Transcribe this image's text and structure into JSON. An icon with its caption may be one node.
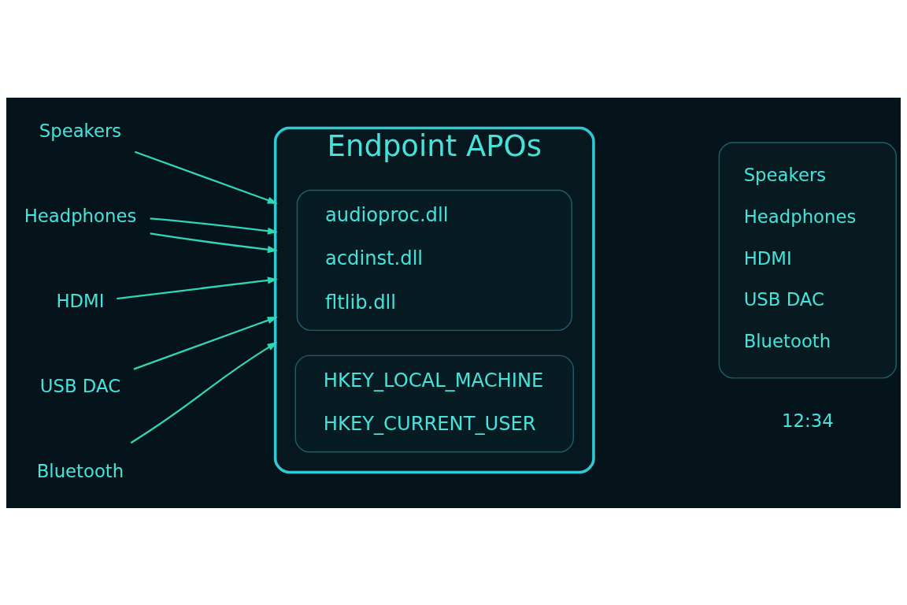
{
  "diagram": {
    "nodes": [
      {
        "text": [
          "Speakers"
        ]
      },
      {
        "text": [
          "Headphones"
        ]
      },
      {
        "text": [
          "HDMI"
        ]
      },
      {
        "text": [
          "USB DAC"
        ]
      },
      {
        "text": [
          "Bluetooth"
        ]
      },
      {
        "text": [
          "Endpoint APOs"
        ]
      },
      {
        "text": [
          "audioproc.dll",
          "acdinst.dll",
          "fltlib.dll"
        ],
        "in": 5
      },
      {
        "text": [
          "HKEY_LOCAL_MACHINE",
          "HKEY_CURRENT_USER"
        ],
        "in": 5
      },
      {
        "text": [
          "Speakers",
          "Headphones",
          "HDMI",
          "USB DAC",
          "Bluetooth"
        ]
      }
    ],
    "edges": [
      {
        "from": 0,
        "to": 5,
        "arrow": "to"
      },
      {
        "from": 1,
        "to": 5,
        "arrow": "to"
      },
      {
        "from": 1,
        "to": 5,
        "arrow": "to"
      },
      {
        "from": 2,
        "to": 5,
        "arrow": "to"
      },
      {
        "from": 3,
        "to": 5,
        "arrow": "to"
      },
      {
        "from": 4,
        "to": 5,
        "arrow": "to"
      }
    ],
    "labels": [
      "12:34"
    ]
  }
}
